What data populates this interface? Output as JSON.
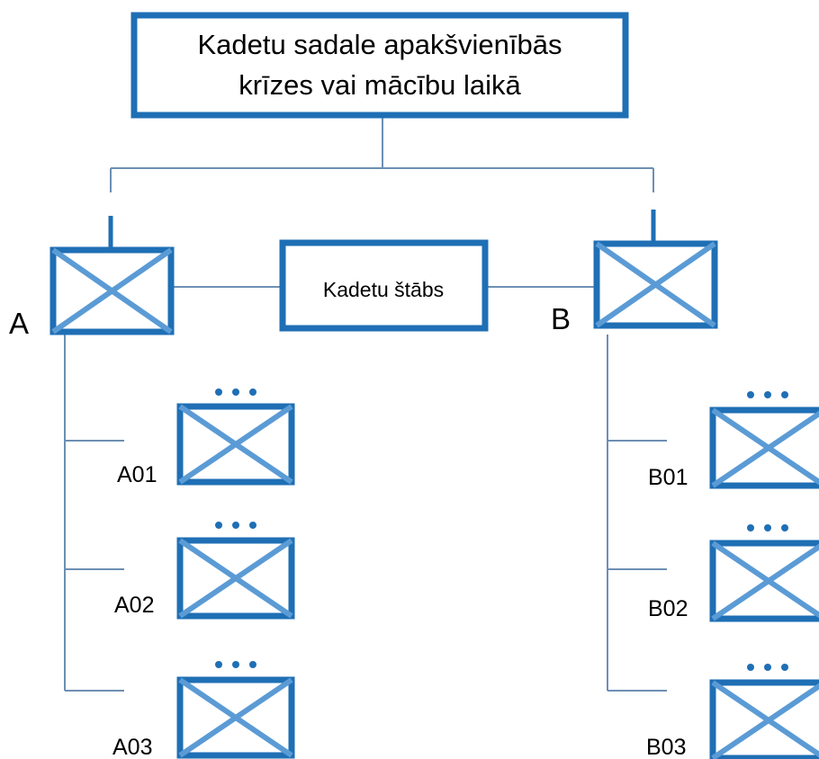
{
  "colors": {
    "box_border": "#1f6fb5",
    "cross": "#5b9bd5",
    "connector": "#6d8fb3",
    "dots": "#1f6fb5",
    "text": "#000000"
  },
  "title": {
    "line1": "Kadetu sadale apakšvienībās",
    "line2": "krīzes vai mācību laikā"
  },
  "hq": {
    "label": "Kadetu štābs"
  },
  "units": [
    {
      "label": "A",
      "icon": "unit-symbol-icon",
      "subunits": [
        "A01",
        "A02",
        "A03"
      ]
    },
    {
      "label": "B",
      "icon": "unit-symbol-icon",
      "subunits": [
        "B01",
        "B02",
        "B03"
      ]
    }
  ],
  "subunit_echelon": "•••"
}
